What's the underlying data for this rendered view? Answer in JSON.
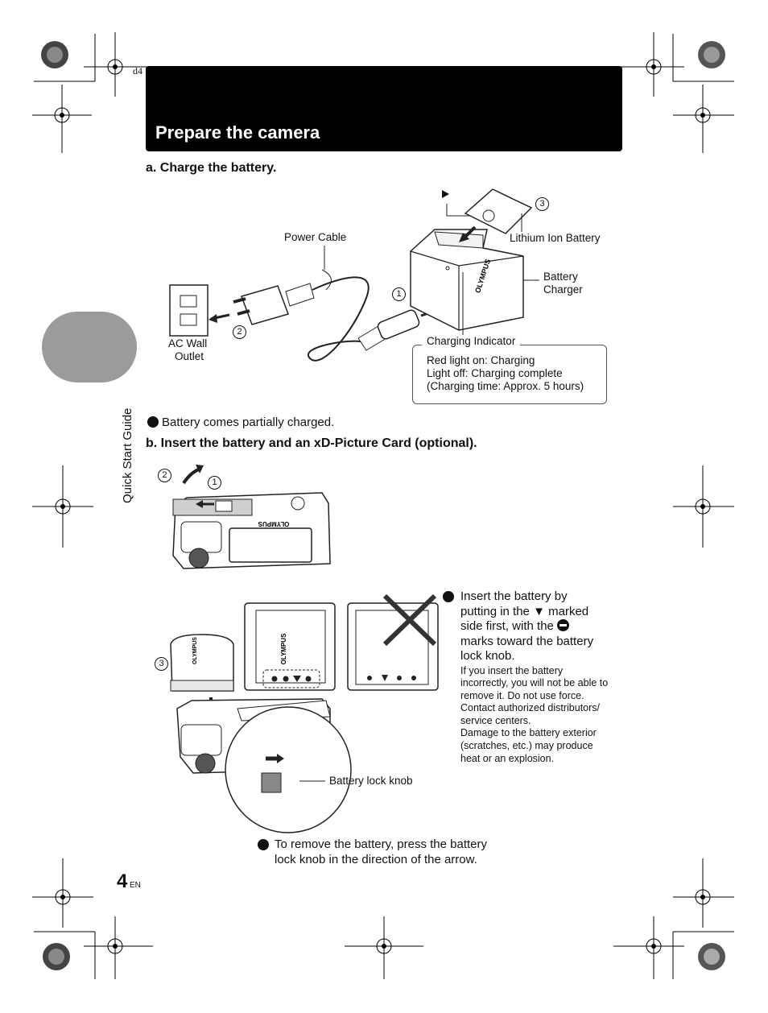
{
  "corner_code": "d4",
  "page_title": "Prepare the camera",
  "side_tab_label": "Quick Start Guide",
  "section_a": {
    "heading": "a.  Charge the battery."
  },
  "diagram_charge": {
    "power_cable": "Power Cable",
    "lithium_ion_battery": "Lithium Ion Battery",
    "battery_charger_line1": "Battery",
    "battery_charger_line2": "Charger",
    "ac_wall_line1": "AC Wall",
    "ac_wall_line2": "Outlet",
    "charging_indicator": "Charging Indicator",
    "indicator_info": [
      "Red light on: Charging",
      "Light off: Charging complete",
      "(Charging time: Approx. 5 hours)"
    ],
    "brand": "OLYMPUS",
    "step1": "1",
    "step2": "2",
    "step3": "3"
  },
  "note_partial": "Battery comes partially charged.",
  "section_b": {
    "heading": "b.  Insert the battery and an xD-Picture Card (optional)."
  },
  "diagram_insert": {
    "step1": "1",
    "step2": "2",
    "step3": "3",
    "brand": "OLYMPUS",
    "battery_lock_knob": "Battery lock knob"
  },
  "insert_note": {
    "line1": "Insert the battery by",
    "line2a": "putting in the",
    "line2b": "marked",
    "line3a": "side first, with the",
    "line4": "marks toward the battery",
    "line5": "lock knob.",
    "detail": [
      "If you insert the battery",
      "incorrectly, you will not be able to",
      "remove it. Do not use force.",
      "Contact authorized distributors/",
      "service centers.",
      "Damage to the battery exterior",
      "(scratches, etc.) may produce",
      "heat or an explosion."
    ]
  },
  "remove_note": {
    "line1": "To remove the battery, press the battery",
    "line2": "lock knob in the direction of the arrow."
  },
  "page_number": "4",
  "lang": "EN"
}
